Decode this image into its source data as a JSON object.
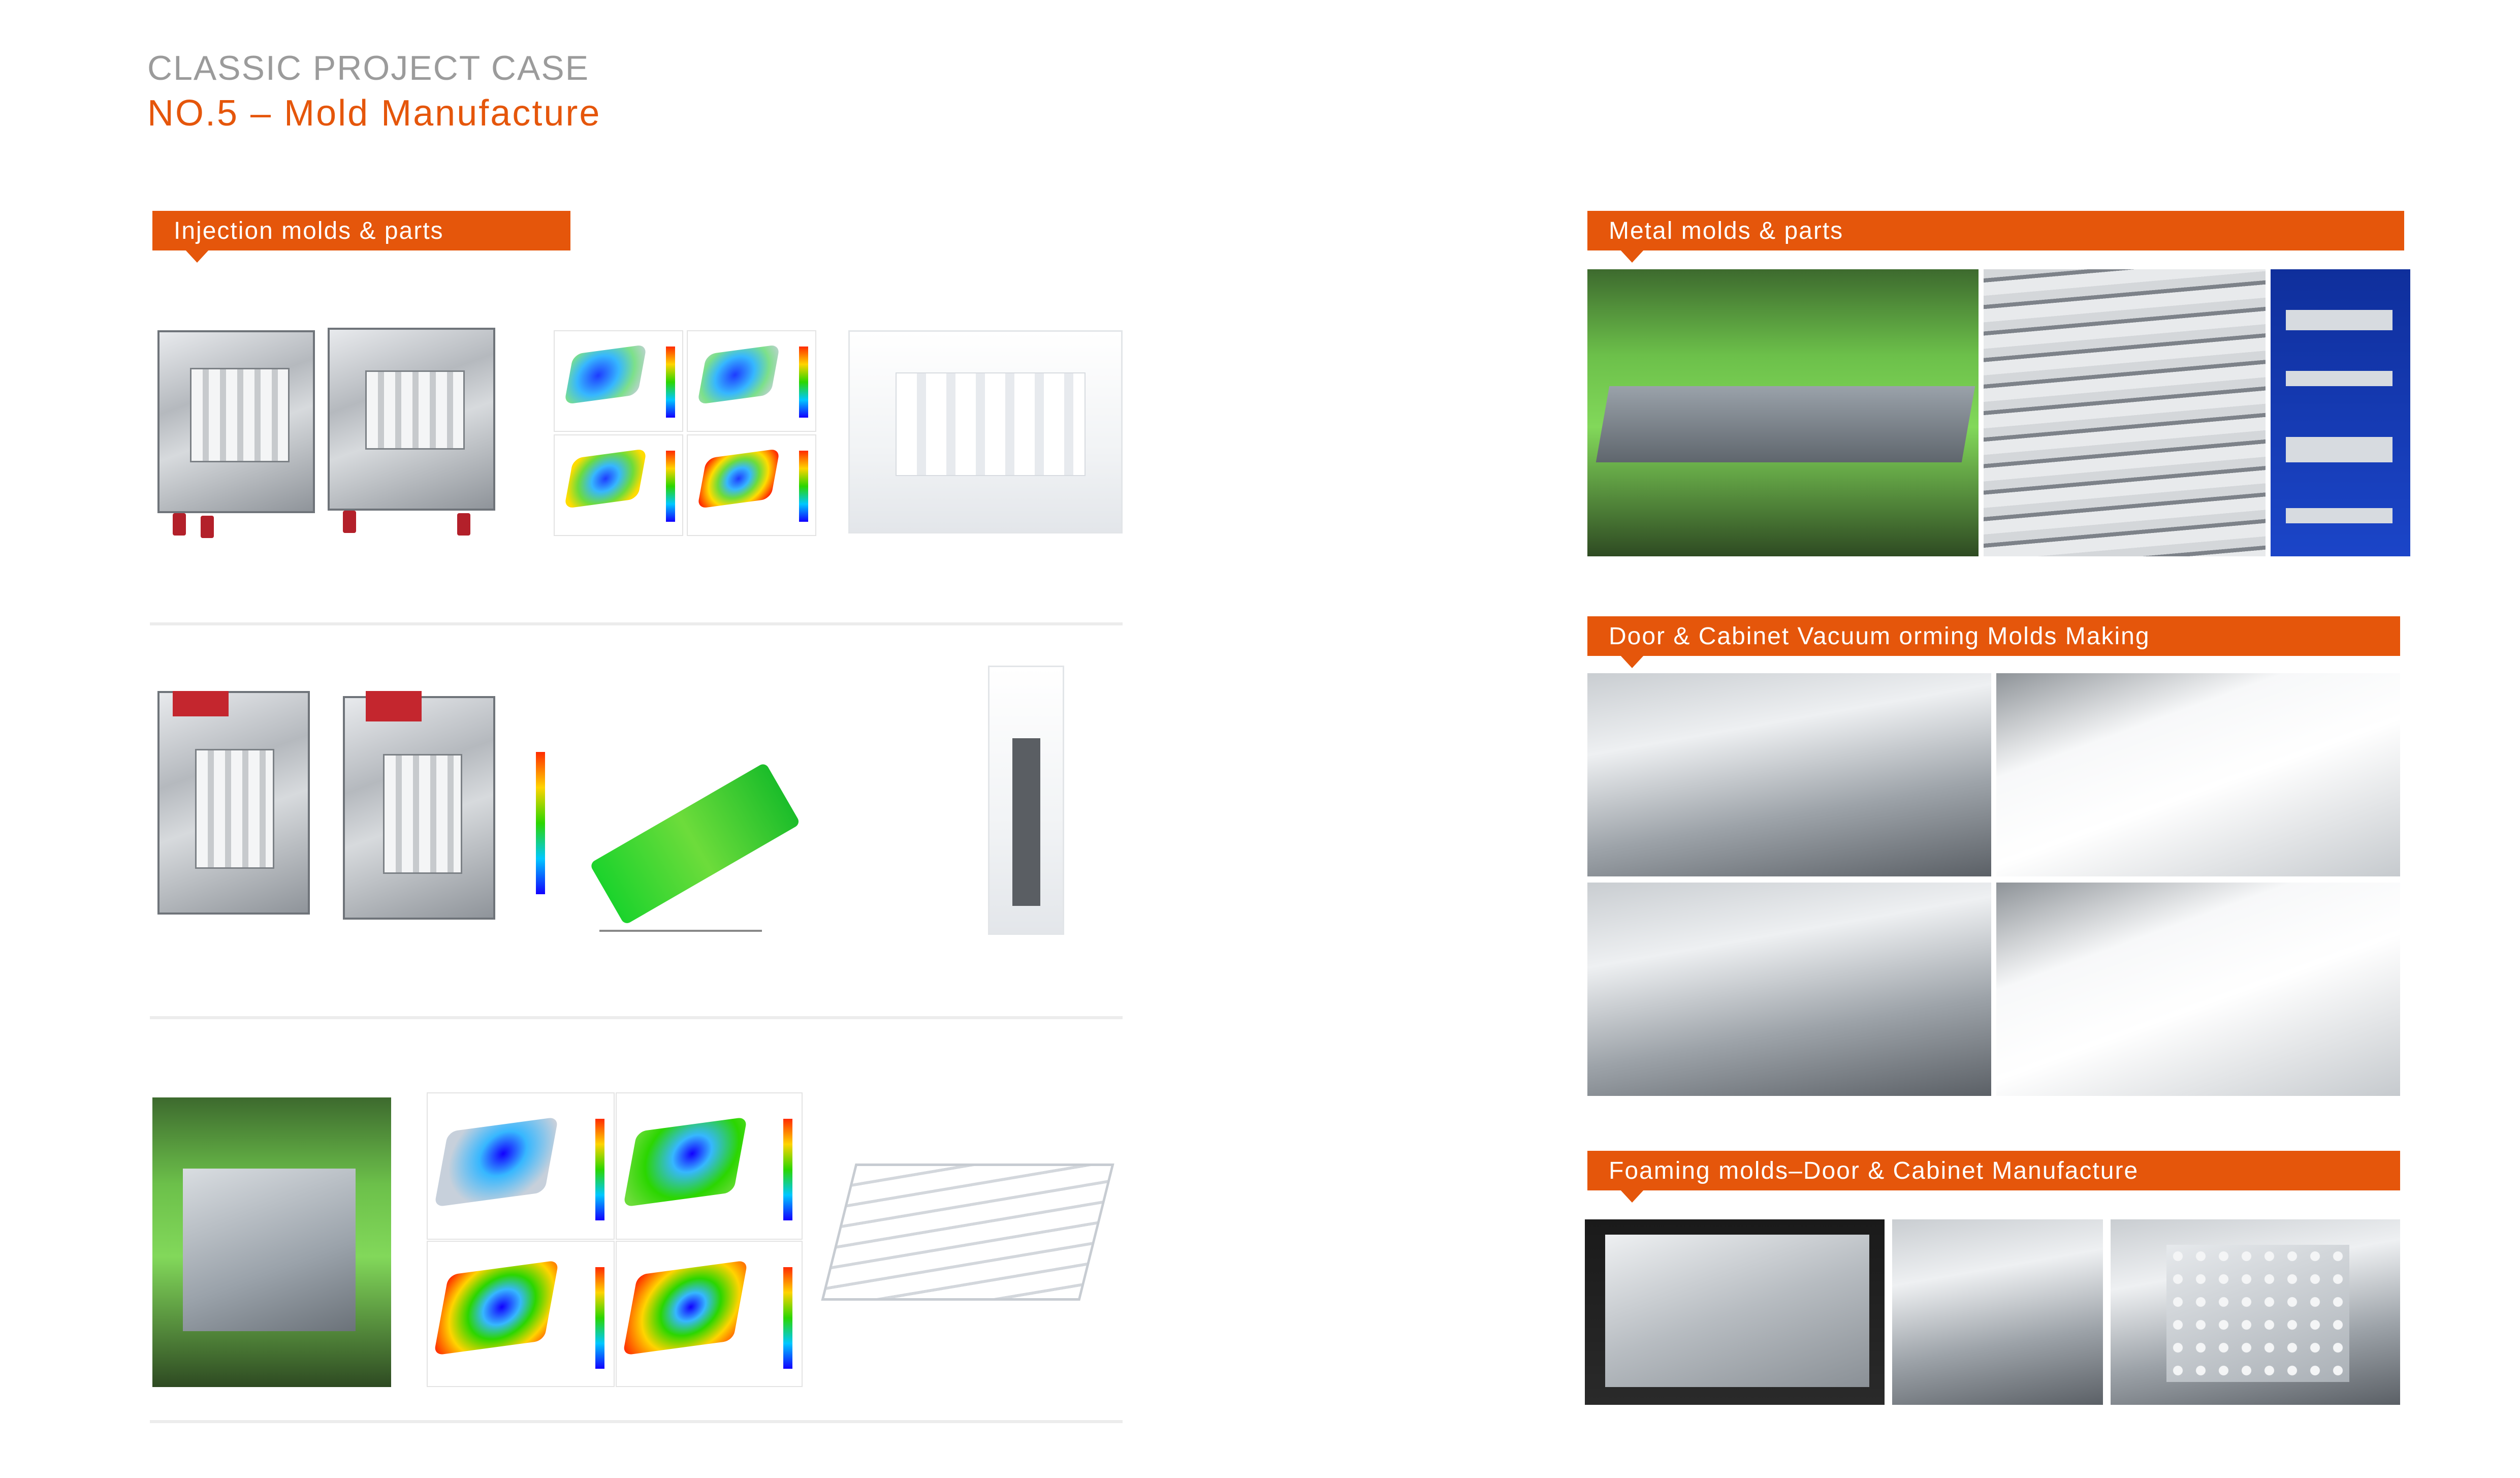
{
  "header": {
    "kicker": "CLASSIC PROJECT CASE",
    "title": "NO.5 – Mold Manufacture"
  },
  "sections": {
    "injection": {
      "label": "Injection molds & parts"
    },
    "metal": {
      "label": "Metal molds & parts"
    },
    "vacuum": {
      "label": "Door & Cabinet Vacuum orming Molds Making"
    },
    "foaming": {
      "label": "Foaming molds–Door & Cabinet Manufacture"
    }
  },
  "colors": {
    "accent": "#e5560b",
    "kicker": "#9b9b9b",
    "divider": "#ececec"
  }
}
